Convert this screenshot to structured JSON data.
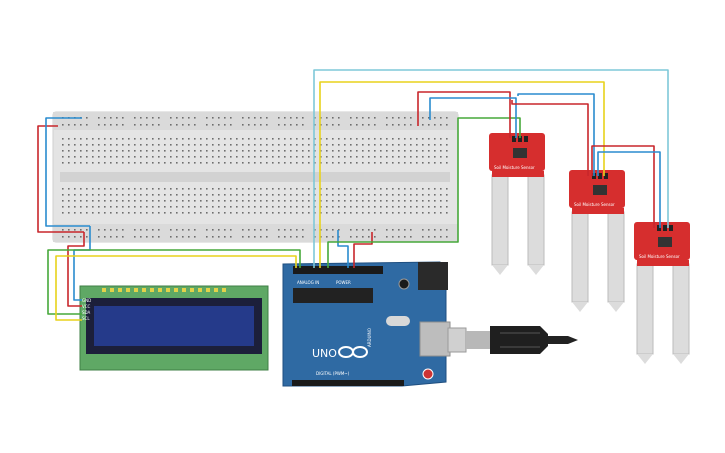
{
  "arduino": {
    "brand": "ARDUINO",
    "model": "UNO",
    "analog_label": "ANALOG IN",
    "power_label": "POWER",
    "digital_label": "DIGITAL (PWM~)"
  },
  "lcd": {
    "pin_labels": [
      "GND",
      "VCC",
      "SDA",
      "SCL"
    ]
  },
  "sensors": [
    {
      "label": "Soil Moisture Sensor"
    },
    {
      "label": "Soil Moisture Sensor"
    },
    {
      "label": "Soil Moisture Sensor"
    }
  ],
  "colors": {
    "wire_red": "#c8262b",
    "wire_blue": "#2a8ccf",
    "wire_green": "#46a83a",
    "wire_yellow": "#e8d21c",
    "wire_cyan": "#7ec8d8",
    "board_blue": "#2f6aa3",
    "lcd_green": "#5fa865",
    "lcd_screen": "#1f2a6e",
    "sensor_red": "#d62e2e",
    "breadboard": "#e6e6e6"
  }
}
